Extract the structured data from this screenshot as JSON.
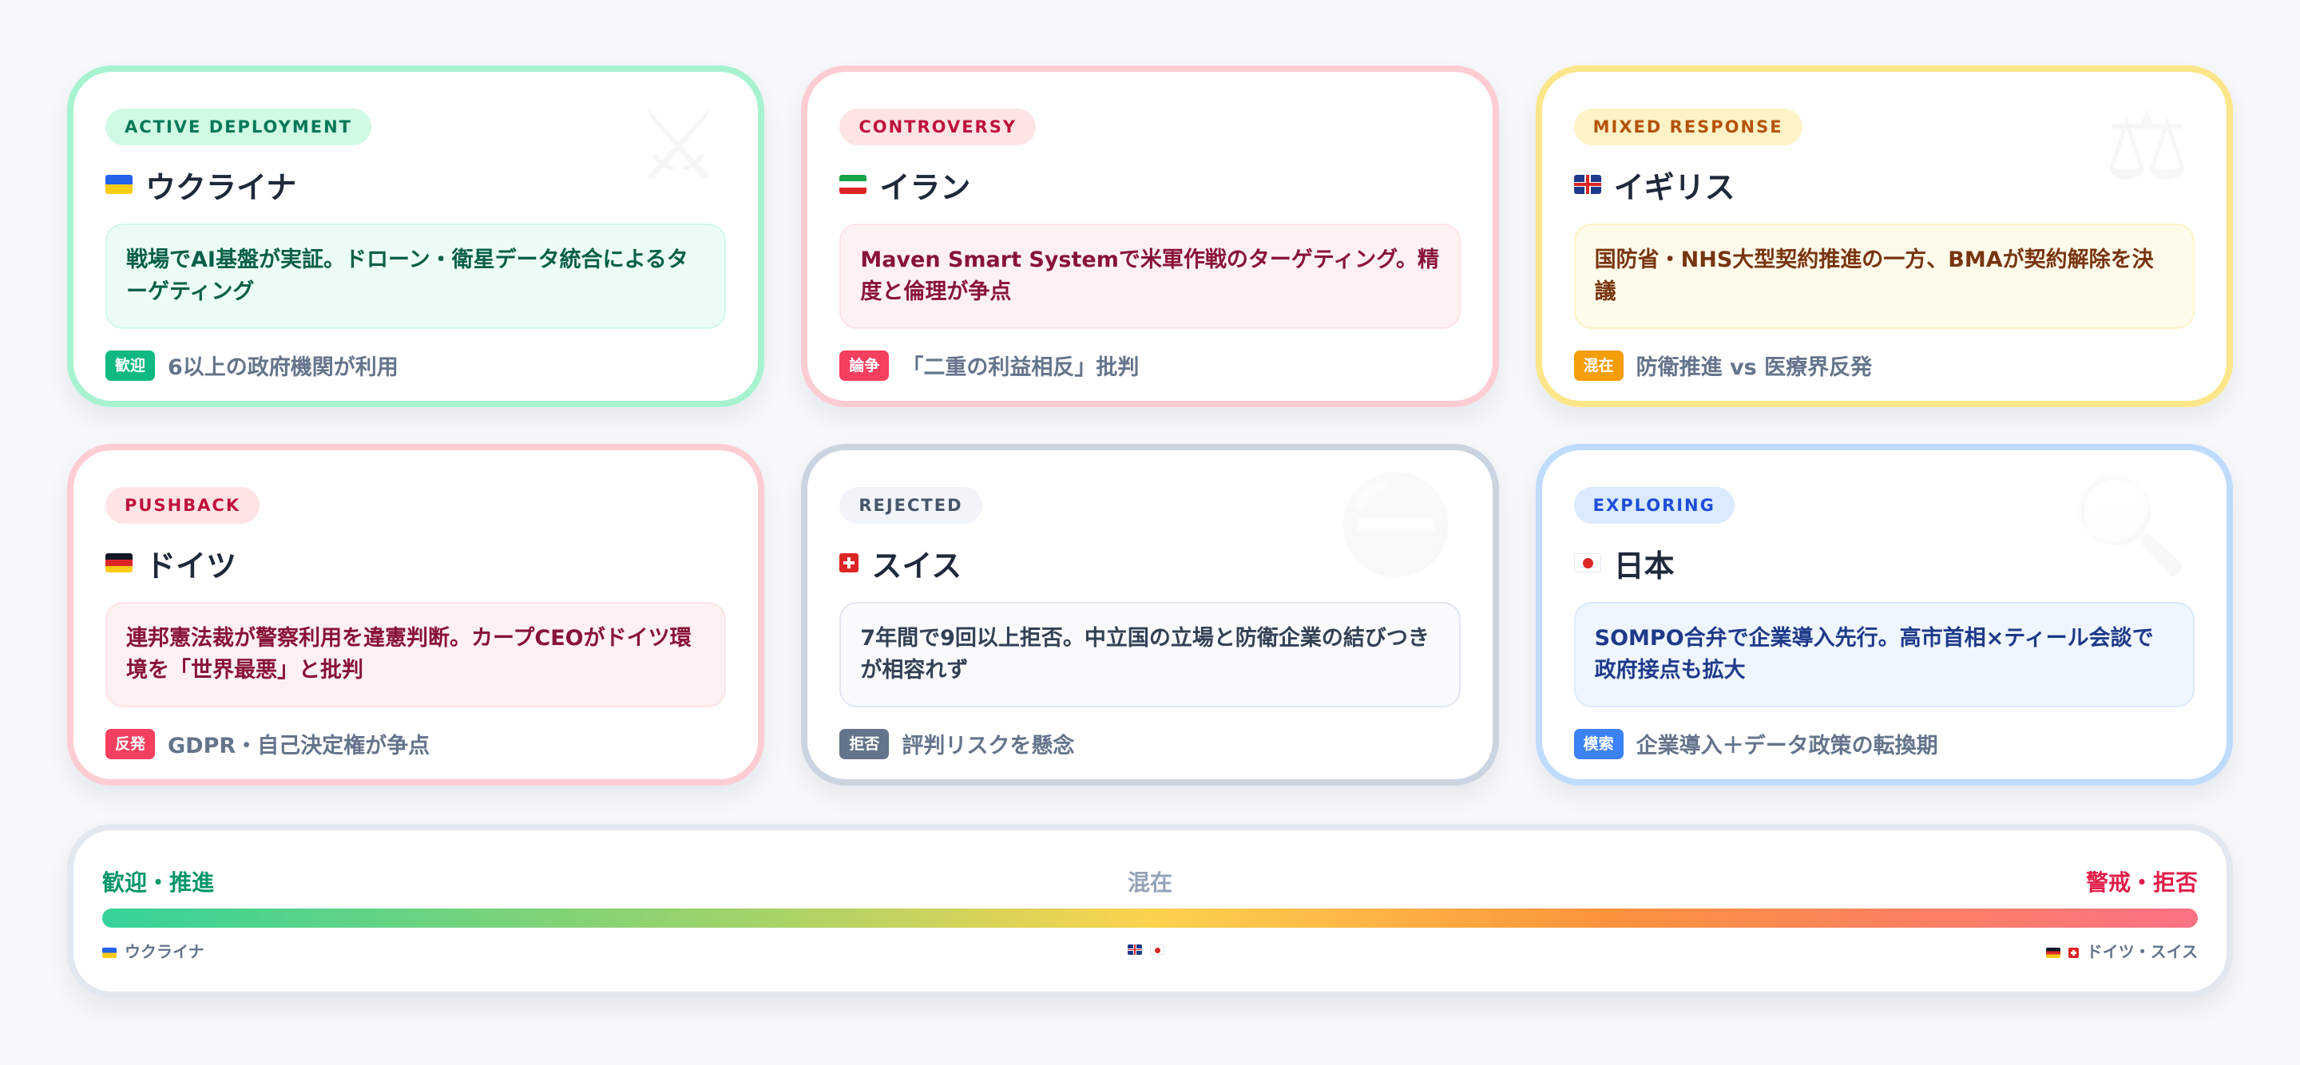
{
  "cards": [
    {
      "tag": "ACTIVE DEPLOYMENT",
      "flag": "ukraine-flag",
      "country": "ウクライナ",
      "description": "戦場でAI基盤が実証。ドローン・衛星データ統合によるターゲティング",
      "badge": "歓迎",
      "note": "6以上の政府機関が利用",
      "theme": "green",
      "watermark": "⚔"
    },
    {
      "tag": "CONTROVERSY",
      "flag": "iran-flag",
      "country": "イラン",
      "description": "Maven Smart Systemで米軍作戦のターゲティング。精度と倫理が争点",
      "badge": "論争",
      "note": "「二重の利益相反」批判",
      "theme": "red",
      "watermark": ""
    },
    {
      "tag": "MIXED RESPONSE",
      "flag": "uk-flag",
      "country": "イギリス",
      "description": "国防省・NHS大型契約推進の一方、BMAが契約解除を決議",
      "badge": "混在",
      "note": "防衛推進 vs 医療界反発",
      "theme": "yellow",
      "watermark": "⚖"
    },
    {
      "tag": "PUSHBACK",
      "flag": "germany-flag",
      "country": "ドイツ",
      "description": "連邦憲法裁が警察利用を違憲判断。カープCEOがドイツ環境を「世界最悪」と批判",
      "badge": "反発",
      "note": "GDPR・自己決定権が争点",
      "theme": "red",
      "watermark": ""
    },
    {
      "tag": "REJECTED",
      "flag": "switzerland-flag",
      "country": "スイス",
      "description": "7年間で9回以上拒否。中立国の立場と防衛企業の結びつきが相容れず",
      "badge": "拒否",
      "note": "評判リスクを懸念",
      "theme": "gray",
      "watermark": "⛔"
    },
    {
      "tag": "EXPLORING",
      "flag": "japan-flag",
      "country": "日本",
      "description": "SOMPO合弁で企業導入先行。高市首相×ティール会談で政府接点も拡大",
      "badge": "模索",
      "note": "企業導入＋データ政策の転換期",
      "theme": "blue",
      "watermark": "🔍"
    }
  ],
  "spectrum": {
    "left_label": "歓迎・推進",
    "mid_label": "混在",
    "right_label": "警戒・拒否",
    "left_marker": "ウクライナ",
    "right_marker": "ドイツ・スイス",
    "colors": {
      "start": "#34d399",
      "middle": "#fcd34d",
      "end": "#fb7185"
    }
  },
  "theme_colors": {
    "green": "#10b981",
    "red": "#f43f5e",
    "yellow": "#f59e0b",
    "gray": "#64748b",
    "blue": "#3b82f6"
  }
}
